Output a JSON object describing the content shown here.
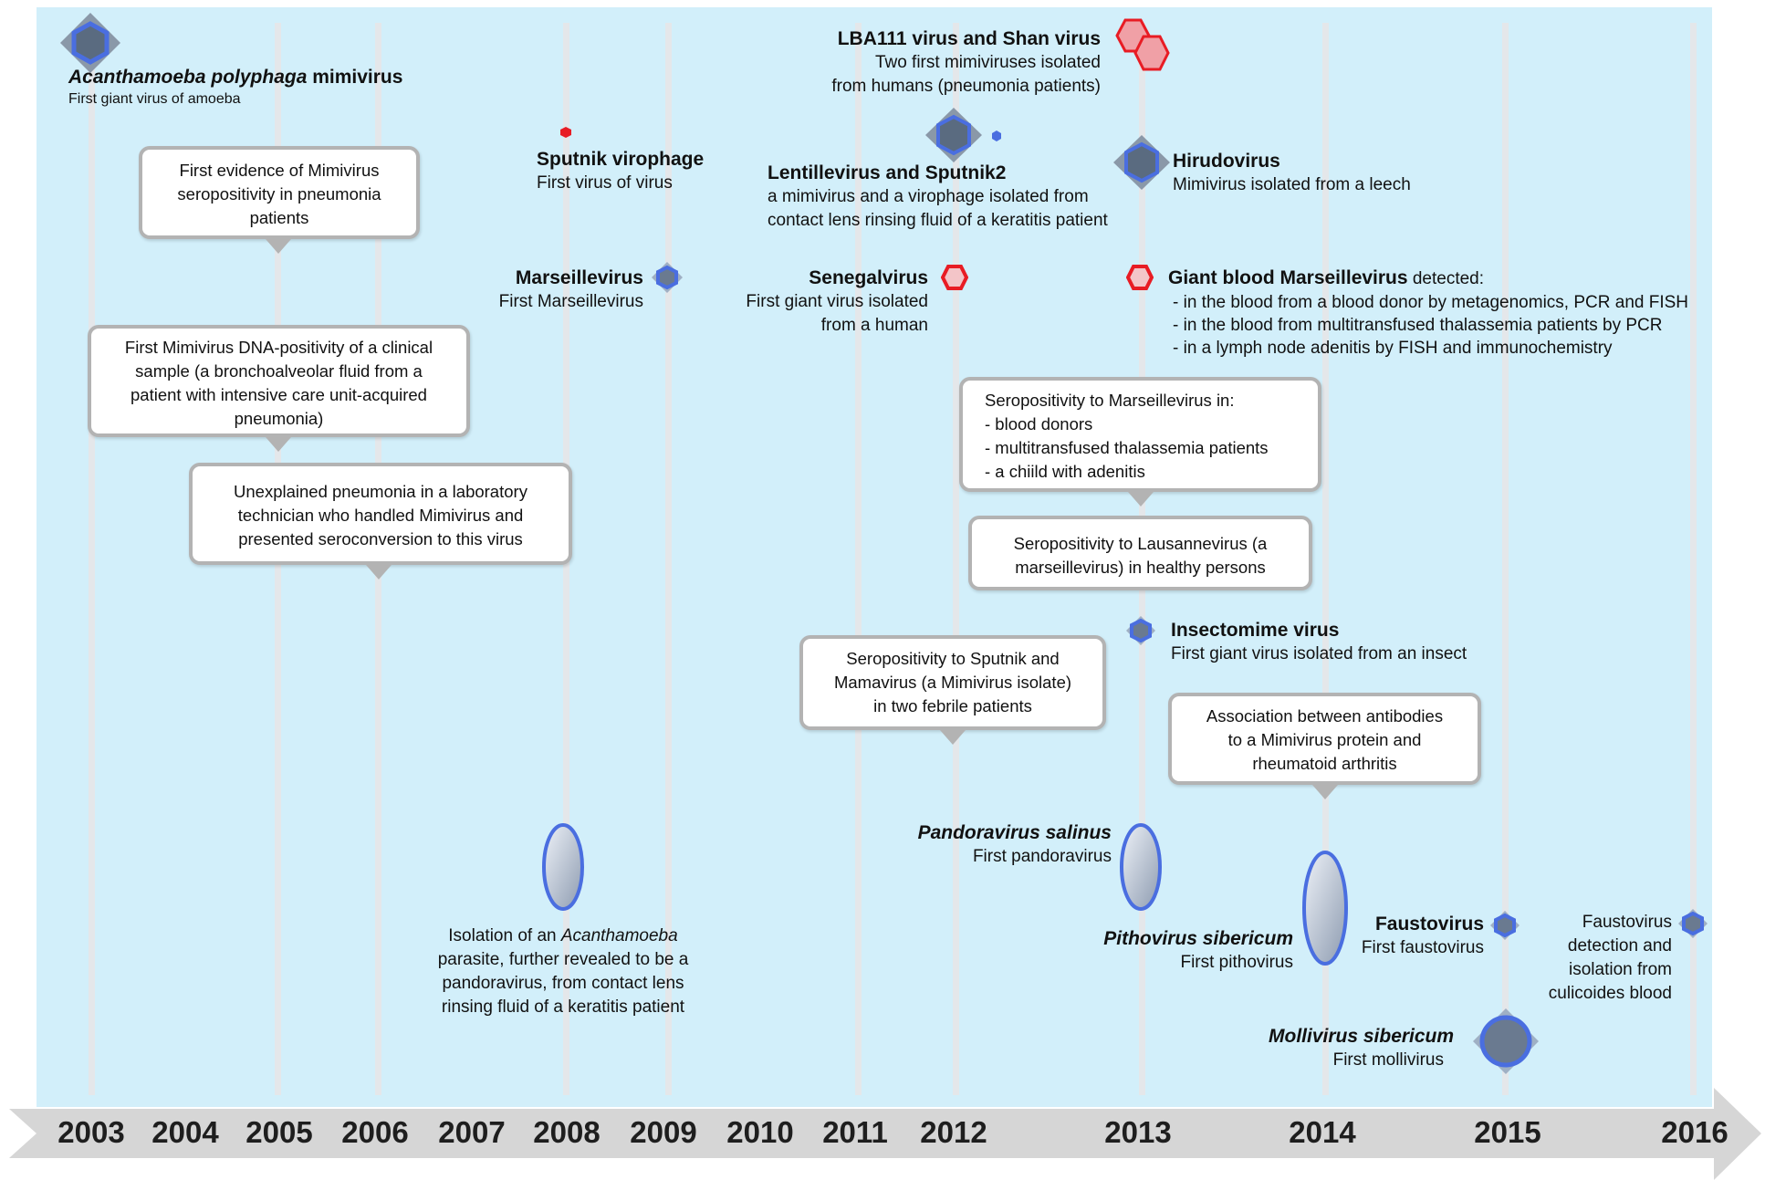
{
  "years": [
    "2003",
    "2004",
    "2005",
    "2006",
    "2007",
    "2008",
    "2009",
    "2010",
    "2011",
    "2012",
    "2013",
    "2014",
    "2015",
    "2016"
  ],
  "colors": {
    "panel": "#d2effa",
    "blue_icon": "#4a6ee0",
    "red_icon": "#e81c24",
    "axis": "#d6d6d6",
    "box_border": "#b3b3b3"
  },
  "events": {
    "mimivirus": {
      "title_italic": "Acanthamoeba polyphaga",
      "title_rest": " mimivirus",
      "desc": "First giant virus of amoeba",
      "icon": "blue-diamond-virus-icon"
    },
    "sputnik": {
      "title": "Sputnik virophage",
      "desc": "First virus of virus",
      "icon": "red-dot-icon"
    },
    "marseillevirus": {
      "title": "Marseillevirus",
      "desc": "First  Marseillevirus",
      "icon": "blue-hexagon-virus-icon"
    },
    "lba111": {
      "title": "LBA111 virus and Shan virus",
      "desc1": "Two first mimiviruses isolated",
      "desc2": "from humans (pneumonia patients)",
      "icon": "red-hexagons-icon"
    },
    "lentillevirus": {
      "title": "Lentillevirus and Sputnik2",
      "desc1": "a mimivirus and a virophage isolated from",
      "desc2": "contact lens rinsing fluid of a keratitis patient",
      "icon": "blue-diamond-virus-icon"
    },
    "senegalvirus": {
      "title": "Senegalvirus",
      "desc1": "First giant virus isolated",
      "desc2": "from a human",
      "icon": "red-hexagon-icon"
    },
    "hirudovirus": {
      "title": "Hirudovirus",
      "desc": "Mimivirus isolated from a leech",
      "icon": "blue-diamond-virus-icon"
    },
    "giant_blood": {
      "title": "Giant blood Marseillevirus",
      "title_rest": " detected:",
      "l1": "- in the blood from a blood donor by metagenomics, PCR and FISH",
      "l2": "- in the blood from multitransfused thalassemia patients by PCR",
      "l3": "- in a lymph node adenitis  by FISH and immunochemistry",
      "icon": "red-hexagon-icon"
    },
    "insectomime": {
      "title": "Insectomime virus",
      "desc": "First giant virus isolated from an insect",
      "icon": "blue-hexagon-virus-icon"
    },
    "pandoravirus": {
      "title": "Pandoravirus salinus",
      "desc": "First pandoravirus",
      "icon": "blue-ellipse-virus-icon"
    },
    "pithovirus": {
      "title": "Pithovirus sibericum",
      "desc": "First pithovirus",
      "icon": "blue-ellipse-virus-icon"
    },
    "faustovirus": {
      "title": "Faustovirus",
      "desc": "First faustovirus",
      "icon": "blue-hexagon-virus-icon"
    },
    "faustovirus_blood": {
      "l1": "Faustovirus",
      "l2": "detection and",
      "l3": "isolation from",
      "l4": "culicoides blood",
      "icon": "blue-hexagon-virus-icon"
    },
    "mollivirus": {
      "title": "Mollivirus sibericum",
      "desc": "First mollivirus",
      "icon": "blue-circle-virus-icon"
    },
    "acanth_isolation": {
      "l1_pre": "Isolation of an ",
      "l1_it": "Acanthamoeba",
      "l2": "parasite, further revealed to be a",
      "l3": "pandoravirus, from contact lens",
      "l4": "rinsing fluid of a keratitis patient",
      "icon": "blue-ellipse-virus-icon"
    }
  },
  "callouts": {
    "sero_pneumonia": {
      "l1": "First evidence of Mimivirus",
      "l2": "seropositivity in pneumonia",
      "l3": "patients"
    },
    "dna_positivity": {
      "l1": "First Mimivirus DNA-positivity of a clinical",
      "l2": "sample (a bronchoalveolar fluid from a",
      "l3": "patient with intensive care unit-acquired",
      "l4": "pneumonia)"
    },
    "lab_technician": {
      "l1": "Unexplained pneumonia in a laboratory",
      "l2": "technician who handled Mimivirus and",
      "l3": "presented seroconversion to this virus"
    },
    "sero_marseille": {
      "l1": "Seropositivity to Marseillevirus in:",
      "l2": "- blood donors",
      "l3": "- multitransfused thalassemia patients",
      "l4": "- a chiild with adenitis"
    },
    "sero_lausanne": {
      "l1": "Seropositivity to Lausannevirus (a",
      "l2": "marseillevirus) in healthy persons"
    },
    "sero_sputnik": {
      "l1": "Seropositivity to Sputnik and",
      "l2": "Mamavirus (a Mimivirus isolate)",
      "l3": "in two febrile patients"
    },
    "antibodies_ra": {
      "l1": "Association between antibodies",
      "l2": "to a Mimivirus protein and",
      "l3": "rheumatoid arthritis"
    }
  }
}
